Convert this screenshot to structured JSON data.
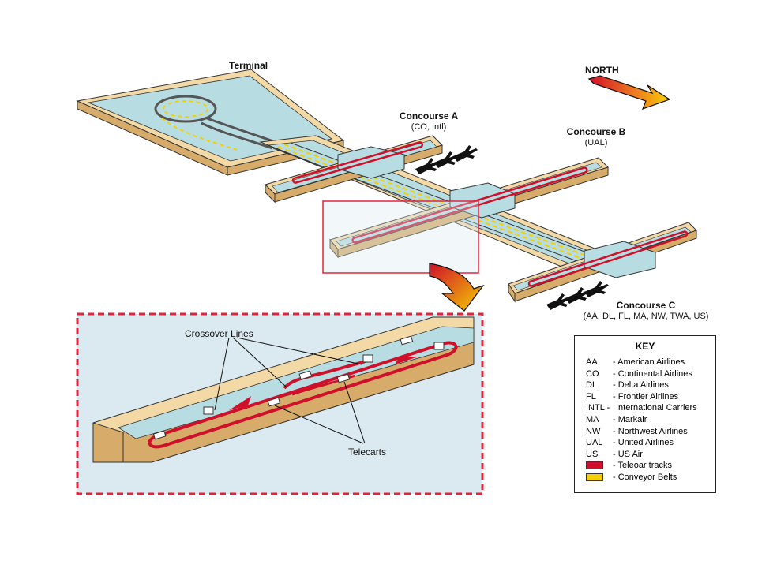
{
  "labels": {
    "terminal": "Terminal",
    "north": "NORTH",
    "concourse_a": "Concourse A",
    "concourse_a_sub": "(CO, Intl)",
    "concourse_b": "Concourse B",
    "concourse_b_sub": "(UAL)",
    "concourse_c": "Concourse C",
    "concourse_c_sub": "(AA, DL, FL, MA, NW, TWA, US)",
    "crossover": "Crossover Lines",
    "telecarts": "Telecarts"
  },
  "key": {
    "title": "KEY",
    "entries": [
      {
        "code": "AA",
        "desc": "- American Airlines"
      },
      {
        "code": "CO",
        "desc": "- Continental Airlines"
      },
      {
        "code": "DL",
        "desc": "- Delta Airlines"
      },
      {
        "code": "FL",
        "desc": "- Frontier Airlines"
      },
      {
        "code": "INTL -",
        "desc": "International Carriers"
      },
      {
        "code": "MA",
        "desc": "- Markair"
      },
      {
        "code": "NW",
        "desc": "-  Northwest Airlines"
      },
      {
        "code": "UAL",
        "desc": "- United Airlines"
      },
      {
        "code": "US",
        "desc": "- US Air"
      }
    ],
    "swatches": [
      {
        "desc": "- Teleoar tracks",
        "color": "#d0102a"
      },
      {
        "desc": "- Conveyor Belts",
        "color": "#f5d000"
      }
    ]
  },
  "colors": {
    "wall_top": "#f3d9a6",
    "wall_side": "#d7ac6a",
    "floor": "#b7dde3",
    "track": "#d0102a",
    "belt": "#f5d000",
    "highlight_box": "#e0243c",
    "panel_bg": "#dbeaf0"
  }
}
